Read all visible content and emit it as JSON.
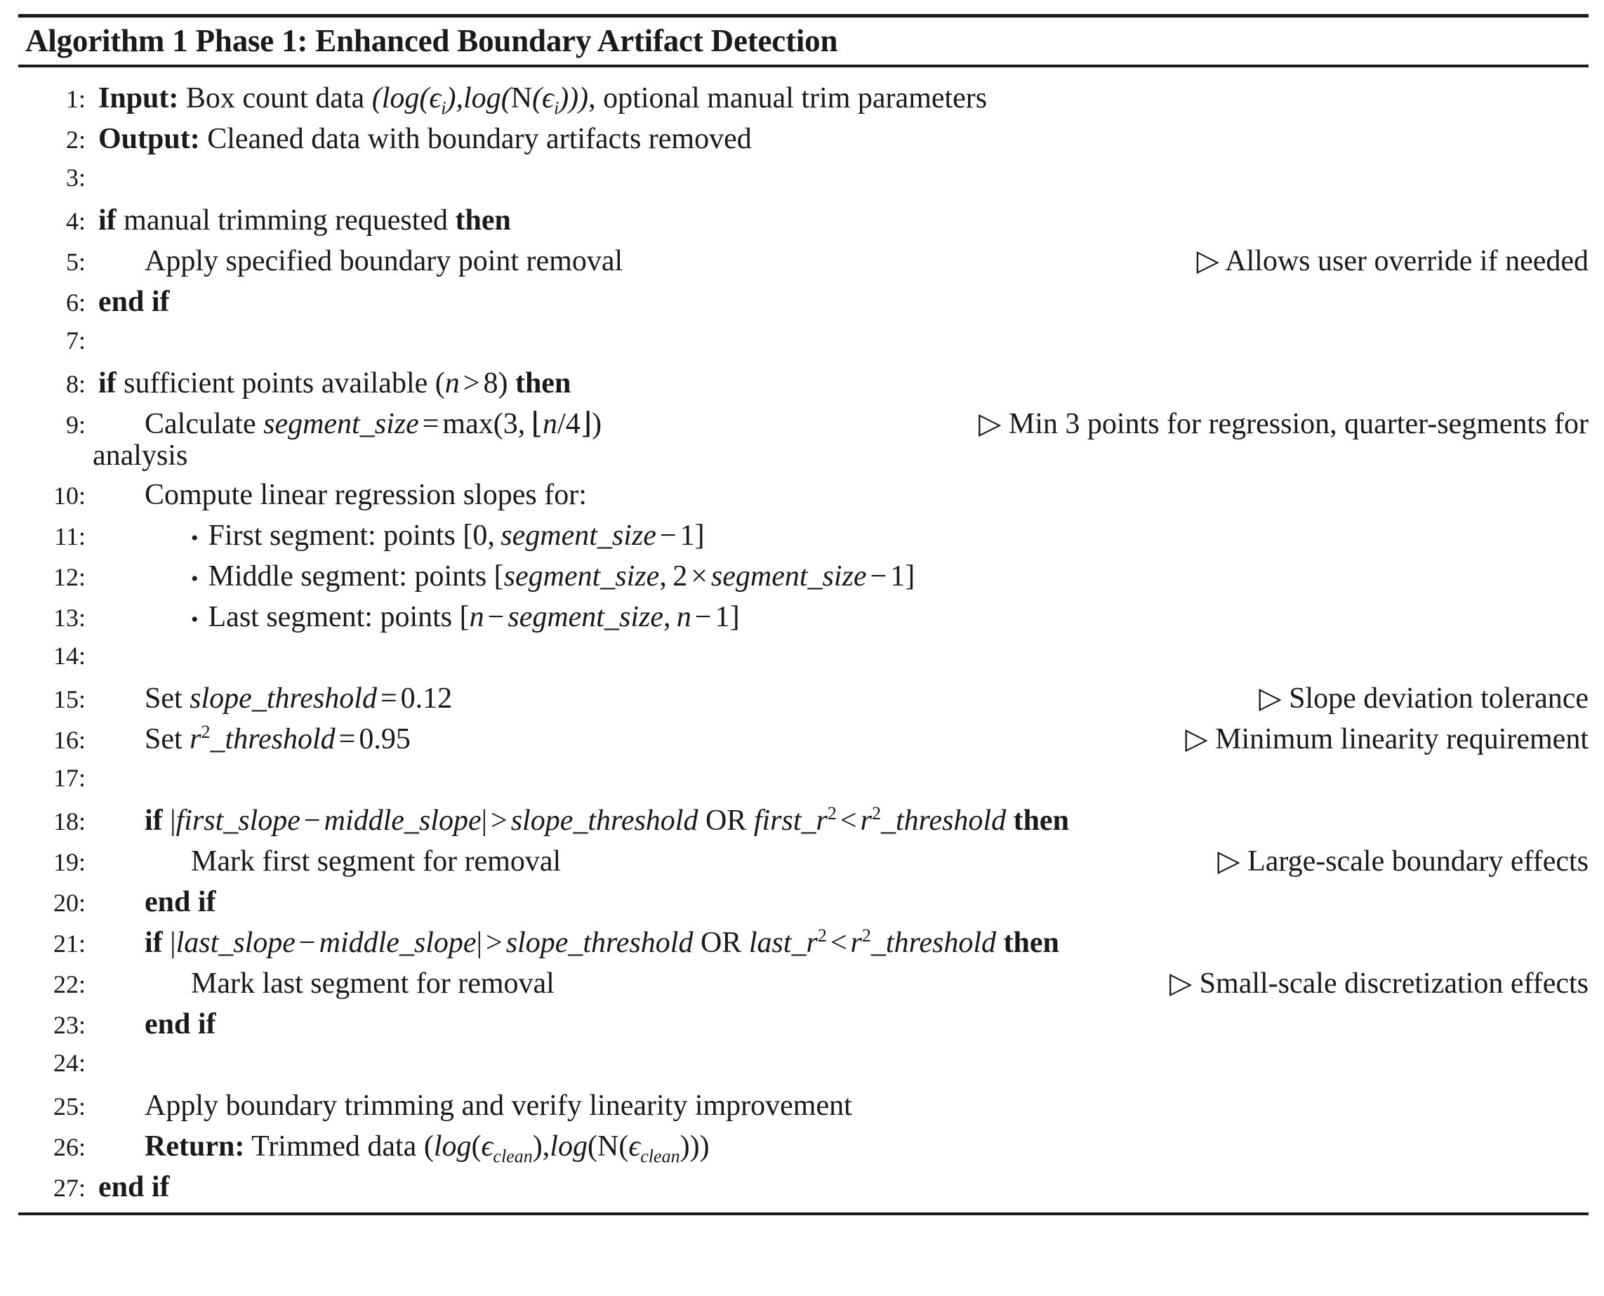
{
  "algorithm": {
    "title": "Algorithm 1 Phase 1: Enhanced Boundary Artifact Detection",
    "title_prefix": "Algorithm 1",
    "title_name": "Phase 1: Enhanced Boundary Artifact Detection",
    "comment_marker": "▷",
    "bullet_marker": "•",
    "lines": [
      {
        "number": "1:",
        "indent": 0,
        "keyword": "Input:",
        "text": "Box count data (log(ϵi), log(N(ϵi))), optional manual trim parameters",
        "comment": ""
      },
      {
        "number": "2:",
        "indent": 0,
        "keyword": "Output:",
        "text": "Cleaned data with boundary artifacts removed",
        "comment": ""
      },
      {
        "number": "3:",
        "indent": 0,
        "keyword": "",
        "text": "",
        "comment": ""
      },
      {
        "number": "4:",
        "indent": 0,
        "keyword": "if ... then",
        "text": "if manual trimming requested then",
        "comment": ""
      },
      {
        "number": "5:",
        "indent": 1,
        "keyword": "",
        "text": "Apply specified boundary point removal",
        "comment": "▷ Allows user override if needed"
      },
      {
        "number": "6:",
        "indent": 0,
        "keyword": "end if",
        "text": "end if",
        "comment": ""
      },
      {
        "number": "7:",
        "indent": 0,
        "keyword": "",
        "text": "",
        "comment": ""
      },
      {
        "number": "8:",
        "indent": 0,
        "keyword": "if ... then",
        "text": "if sufficient points available (n > 8) then",
        "comment": ""
      },
      {
        "number": "9:",
        "indent": 1,
        "keyword": "",
        "text": "Calculate segment_size = max(3, ⌊n/4⌋)",
        "comment": "▷ Min 3 points for regression, quarter-segments for analysis",
        "wrap_tail": "analysis"
      },
      {
        "number": "10:",
        "indent": 1,
        "keyword": "",
        "text": "Compute linear regression slopes for:",
        "comment": ""
      },
      {
        "number": "11:",
        "indent": 2,
        "keyword": "",
        "text": "• First segment: points [0, segment_size − 1]",
        "comment": ""
      },
      {
        "number": "12:",
        "indent": 2,
        "keyword": "",
        "text": "• Middle segment: points [segment_size, 2 × segment_size − 1]",
        "comment": ""
      },
      {
        "number": "13:",
        "indent": 2,
        "keyword": "",
        "text": "• Last segment: points [n − segment_size, n − 1]",
        "comment": ""
      },
      {
        "number": "14:",
        "indent": 0,
        "keyword": "",
        "text": "",
        "comment": ""
      },
      {
        "number": "15:",
        "indent": 1,
        "keyword": "",
        "text": "Set slope_threshold = 0.12",
        "comment": "▷ Slope deviation tolerance",
        "value": "0.12"
      },
      {
        "number": "16:",
        "indent": 1,
        "keyword": "",
        "text": "Set r2_threshold = 0.95",
        "comment": "▷ Minimum linearity requirement",
        "value": "0.95"
      },
      {
        "number": "17:",
        "indent": 0,
        "keyword": "",
        "text": "",
        "comment": ""
      },
      {
        "number": "18:",
        "indent": 1,
        "keyword": "if ... then",
        "text": "if |first_slope − middle_slope| > slope_threshold OR first_r2 < r2_threshold then",
        "comment": ""
      },
      {
        "number": "19:",
        "indent": 2,
        "keyword": "",
        "text": "Mark first segment for removal",
        "comment": "▷ Large-scale boundary effects"
      },
      {
        "number": "20:",
        "indent": 1,
        "keyword": "end if",
        "text": "end if",
        "comment": ""
      },
      {
        "number": "21:",
        "indent": 1,
        "keyword": "if ... then",
        "text": "if |last_slope − middle_slope| > slope_threshold OR last_r2 < r2_threshold then",
        "comment": ""
      },
      {
        "number": "22:",
        "indent": 2,
        "keyword": "",
        "text": "Mark last segment for removal",
        "comment": "▷ Small-scale discretization effects"
      },
      {
        "number": "23:",
        "indent": 1,
        "keyword": "end if",
        "text": "end if",
        "comment": ""
      },
      {
        "number": "24:",
        "indent": 0,
        "keyword": "",
        "text": "",
        "comment": ""
      },
      {
        "number": "25:",
        "indent": 1,
        "keyword": "",
        "text": "Apply boundary trimming and verify linearity improvement",
        "comment": ""
      },
      {
        "number": "26:",
        "indent": 1,
        "keyword": "Return:",
        "text": "Trimmed data (log(ϵclean), log(N(ϵclean)))",
        "comment": ""
      },
      {
        "number": "27:",
        "indent": 0,
        "keyword": "end if",
        "text": "end if",
        "comment": ""
      }
    ],
    "tokens": {
      "input_label": "Input:",
      "output_label": "Output:",
      "return_label": "Return:",
      "if_kw": "if",
      "then_kw": "then",
      "end_if_kw": "end if",
      "or_kw": "OR",
      "max_fn": "max",
      "log_fn": "log",
      "n_fn": "N",
      "epsilon": "ϵ",
      "sub_i": "i",
      "sub_clean": "clean",
      "var_n": "n",
      "var_r": "r",
      "segment_size": "segment_size",
      "slope_threshold": "slope_threshold",
      "r2_threshold": "_threshold",
      "first_slope": "first_slope",
      "middle_slope": "middle_slope",
      "last_slope": "last_slope",
      "first_r": "first_r",
      "last_r": "last_r"
    },
    "phrases": {
      "box_count_data": "Box count data",
      "optional_manual": ", optional manual trim parameters",
      "cleaned_data": "Cleaned data with boundary artifacts removed",
      "manual_trimming": "manual trimming requested",
      "apply_specified": "Apply specified boundary point removal",
      "sufficient_points": "sufficient points available",
      "calculate": "Calculate",
      "compute_slopes": "Compute linear regression slopes for:",
      "first_segment": "First segment: points",
      "middle_segment": "Middle segment: points",
      "last_segment": "Last segment: points",
      "set": "Set",
      "mark_first": "Mark first segment for removal",
      "mark_last": "Mark last segment for removal",
      "apply_trimming": "Apply boundary trimming and verify linearity improvement",
      "trimmed_data": "Trimmed data",
      "analysis_tail": "analysis"
    },
    "comments": {
      "c5": "Allows user override if needed",
      "c9": "Min 3 points for regression, quarter-segments for",
      "c15": "Slope deviation tolerance",
      "c16": "Minimum linearity requirement",
      "c19": "Large-scale boundary effects",
      "c22": "Small-scale discretization effects"
    },
    "values": {
      "n_gt": "8",
      "min_points": "3",
      "quarter": "4",
      "slope_threshold_value": "0.12",
      "r2_threshold_value": "0.95",
      "zero": "0",
      "one": "1",
      "two": "2"
    },
    "colors": {
      "text": "#1a1a1a",
      "rule": "#1a1a1a",
      "background": "#ffffff"
    }
  }
}
